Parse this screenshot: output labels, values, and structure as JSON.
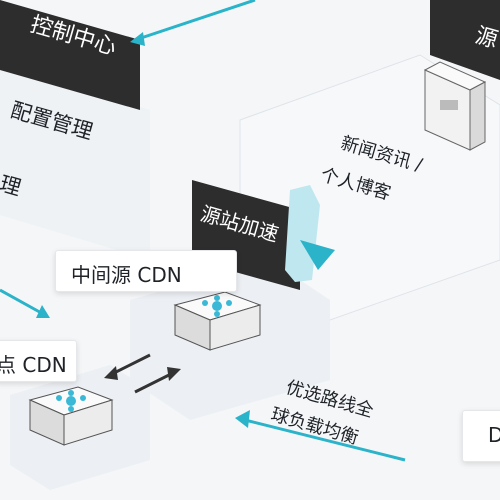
{
  "labels": {
    "control_center": "控制中心",
    "config_management": "配置管理",
    "partial_left": "理",
    "origin_site": "源",
    "news_blog_line1": "新闻资讯 /",
    "news_blog_line2": "个人博客",
    "origin_acceleration": "源站加速",
    "intermediate_cdn": "中间源 CDN",
    "edge_cdn": "点 CDN",
    "optimal_route_line1": "优选路线全",
    "optimal_route_line2": "球负载均衡",
    "right_partial": "D"
  },
  "colors": {
    "accent_arrow": "#2ab3c9",
    "node_icon": "#3ab8d6",
    "dark_banner": "#2d2d2d",
    "card_bg": "#ffffff",
    "background": "#f4f6f8"
  }
}
